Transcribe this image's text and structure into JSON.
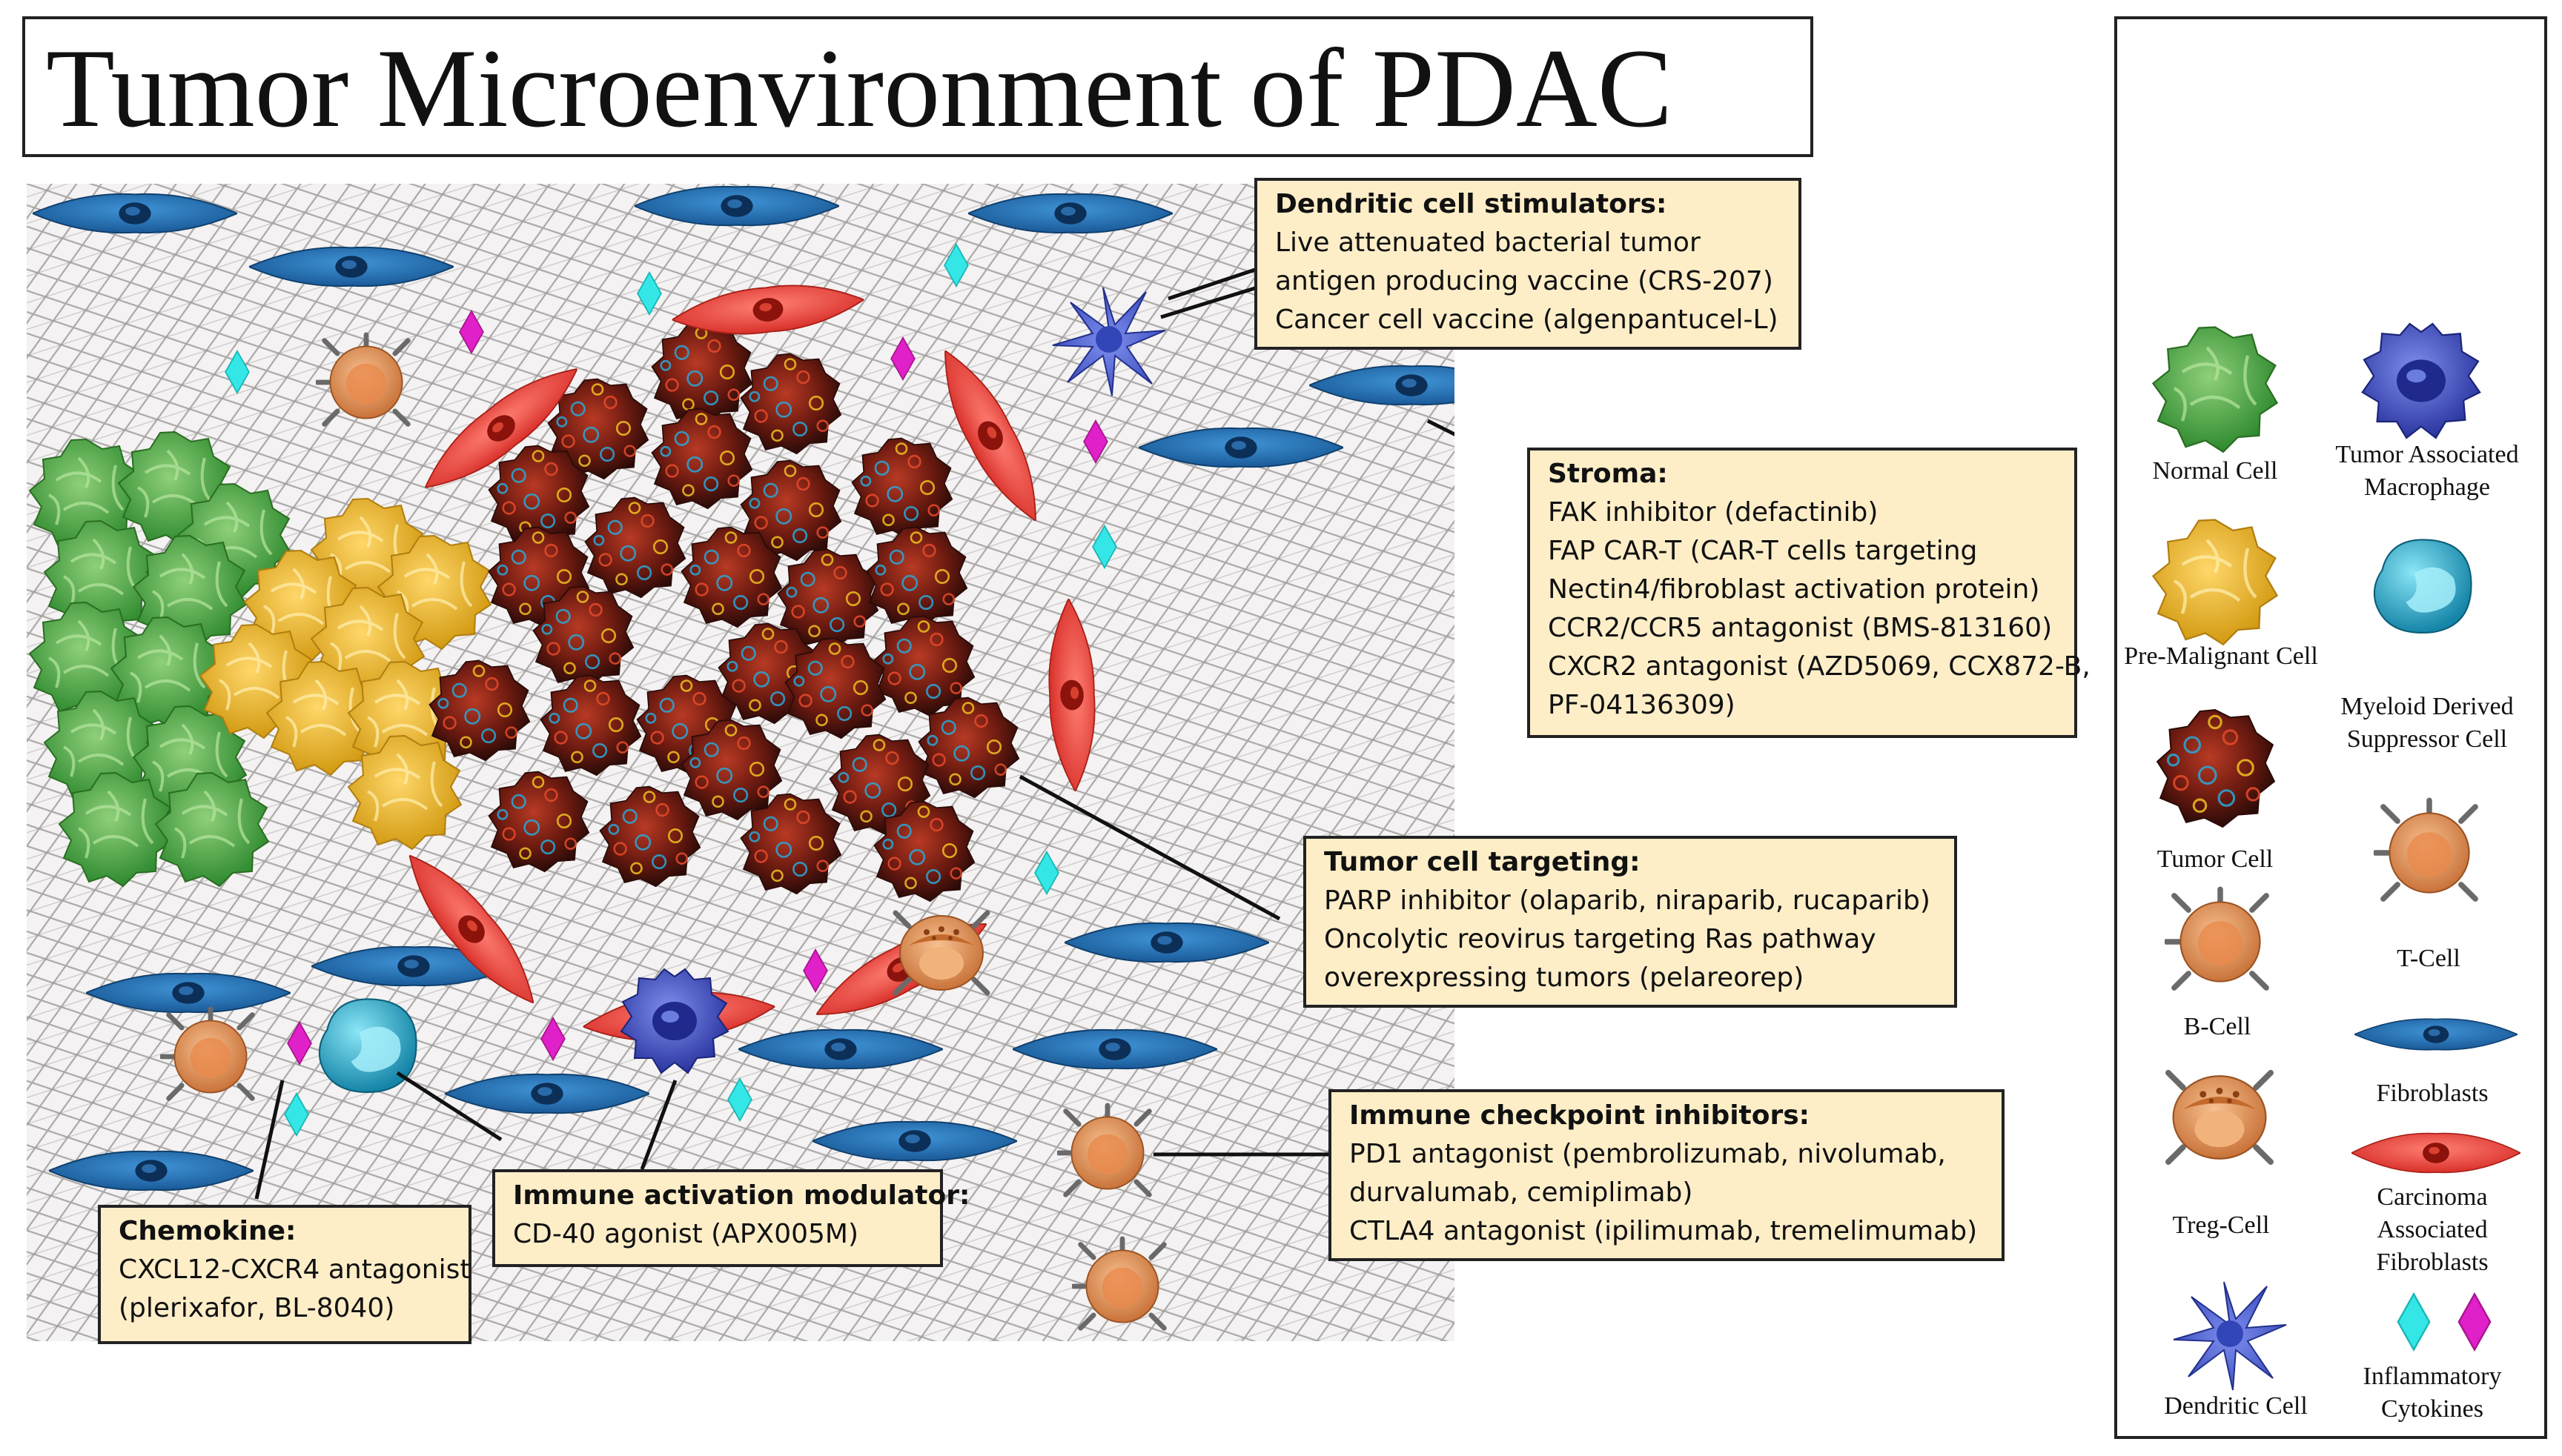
{
  "title": "Tumor Microenvironment of PDAC",
  "annotations": {
    "dendritic": {
      "heading": "Dendritic cell stimulators:",
      "lines": [
        "Live attenuated bacterial tumor",
        "antigen producing vaccine (CRS-207)",
        "Cancer cell vaccine (algenpantucel-L)"
      ]
    },
    "stroma": {
      "heading": "Stroma:",
      "lines": [
        "FAK inhibitor (defactinib)",
        "FAP CAR-T (CAR-T cells targeting",
        "Nectin4/fibroblast activation protein)",
        "CCR2/CCR5 antagonist (BMS-813160)",
        "CXCR2 antagonist (AZD5069, CCX872-B,",
        "PF-04136309)"
      ]
    },
    "tumor_targeting": {
      "heading": "Tumor cell targeting:",
      "lines": [
        "PARP inhibitor (olaparib, niraparib, rucaparib)",
        "Oncolytic reovirus targeting Ras pathway",
        "overexpressing tumors (pelareorep)"
      ]
    },
    "checkpoint": {
      "heading": "Immune checkpoint inhibitors:",
      "lines": [
        "PD1 antagonist (pembrolizumab, nivolumab,",
        "durvalumab, cemiplimab)",
        "CTLA4 antagonist (ipilimumab, tremelimumab)"
      ]
    },
    "immune_activation": {
      "heading": "Immune activation modulator:",
      "lines": [
        "CD-40 agonist (APX005M)"
      ]
    },
    "chemokine": {
      "heading": "Chemokine:",
      "lines": [
        "CXCL12-CXCR4 antagonist",
        "(plerixafor, BL-8040)"
      ]
    }
  },
  "legend": {
    "normal_cell": "Normal Cell",
    "tam_1": "Tumor Associated",
    "tam_2": "Macrophage",
    "premalignant": "Pre-Malignant Cell",
    "mdsc_1": "Myeloid Derived",
    "mdsc_2": "Suppressor Cell",
    "tumor_cell": "Tumor Cell",
    "t_cell": "T-Cell",
    "b_cell": "B-Cell",
    "fibroblasts": "Fibroblasts",
    "treg_cell": "Treg-Cell",
    "caf_1": "Carcinoma",
    "caf_2": "Associated",
    "caf_3": "Fibroblasts",
    "dendritic_cell": "Dendritic Cell",
    "cytokines_1": "Inflammatory",
    "cytokines_2": "Cytokines"
  },
  "colors": {
    "fibroblast": "#1f6fb8",
    "caf": "#e8443a",
    "normal": "#4aa23f",
    "premalignant": "#e8b323",
    "tumor": "#7a1f14",
    "tcell": "#e59a5c",
    "mdsc": "#28a8c8",
    "tam": "#3b4fc4",
    "cytokine_cyan": "#35e6e6",
    "cytokine_magenta": "#e020c8",
    "annotation_bg": "#fdeec8"
  }
}
